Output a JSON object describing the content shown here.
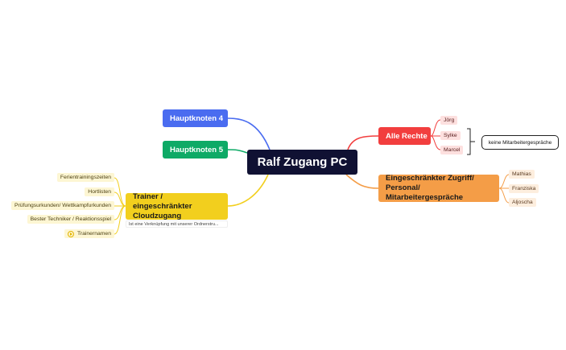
{
  "central": "Ralf Zugang PC",
  "branches": {
    "hauptknoten4": "Hauptknoten 4",
    "hauptknoten5": "Hauptknoten 5",
    "alle_rechte": {
      "label": "Alle Rechte",
      "children": [
        "Jörg",
        "Sylke",
        "Marcel"
      ],
      "summary": "keine Mitarbeitergespräche"
    },
    "eingeschraenkt": {
      "label": "Eingeschränkter Zugriff/ Personal/ Mitarbeitergespräche",
      "children": [
        "Mathias",
        "Franziska",
        "Aljoscha"
      ]
    },
    "trainer": {
      "label": "Trainer / eingeschränkter Cloudzugang",
      "note": "Ist eine Verknüpfung mit unserer Ordnerstru...",
      "children": [
        "Ferientrainingszeiten",
        "Hortlisten",
        "Prüfungsurkunden/ Wettkampfurkunden",
        "Bester Techniker / Reaktionsspiel",
        "Trainernamen"
      ]
    }
  },
  "colors": {
    "central": "#101133",
    "hauptknoten4": "#4a6cf0",
    "hauptknoten5": "#0eaa66",
    "alle_rechte": "#f23e3e",
    "eingeschraenkt": "#f49d47",
    "trainer": "#f2cf1e"
  },
  "icons": {
    "trainernamen": "play-circle-icon"
  }
}
